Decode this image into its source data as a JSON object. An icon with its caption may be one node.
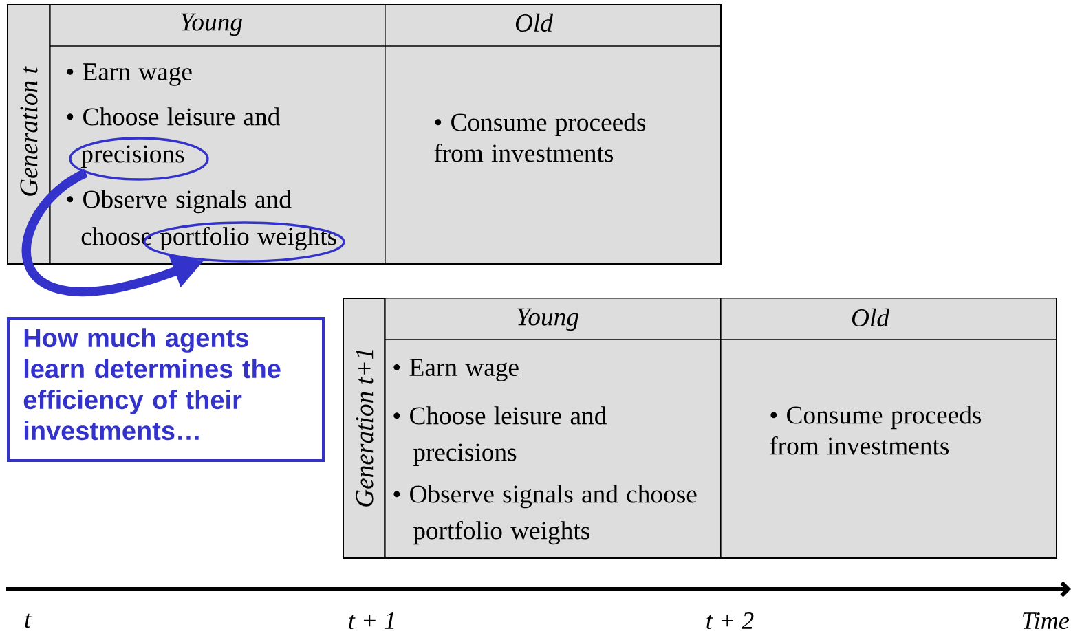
{
  "diagram": {
    "nodes": [
      {
        "text": [
          "Generation t"
        ]
      },
      {
        "text": [
          "Young",
          "• Earn wage",
          "• Choose leisure and precisions",
          "• Observe signals and choose portfolio weights"
        ],
        "in": 0
      },
      {
        "text": [
          "Old",
          "• Consume proceeds from investments"
        ],
        "in": 0
      },
      {
        "text": [],
        "shape": "ellipse",
        "in": 1
      },
      {
        "text": [],
        "shape": "ellipse",
        "in": 1
      },
      {
        "text": [
          "How much agents learn determines the efficiency of their investments…"
        ]
      },
      {
        "text": [
          "Generation t+1"
        ]
      },
      {
        "text": [
          "Young",
          "• Earn wage",
          "• Choose leisure and precisions",
          "• Observe signals and choose portfolio weights"
        ],
        "in": 6
      },
      {
        "text": [
          "Old",
          "• Consume proceeds from investments"
        ],
        "in": 6
      }
    ],
    "edges": [
      {
        "from": 3,
        "to": 4,
        "arrow": "to"
      }
    ],
    "labels": [
      "t",
      "t + 1",
      "t + 2",
      "Time"
    ]
  }
}
